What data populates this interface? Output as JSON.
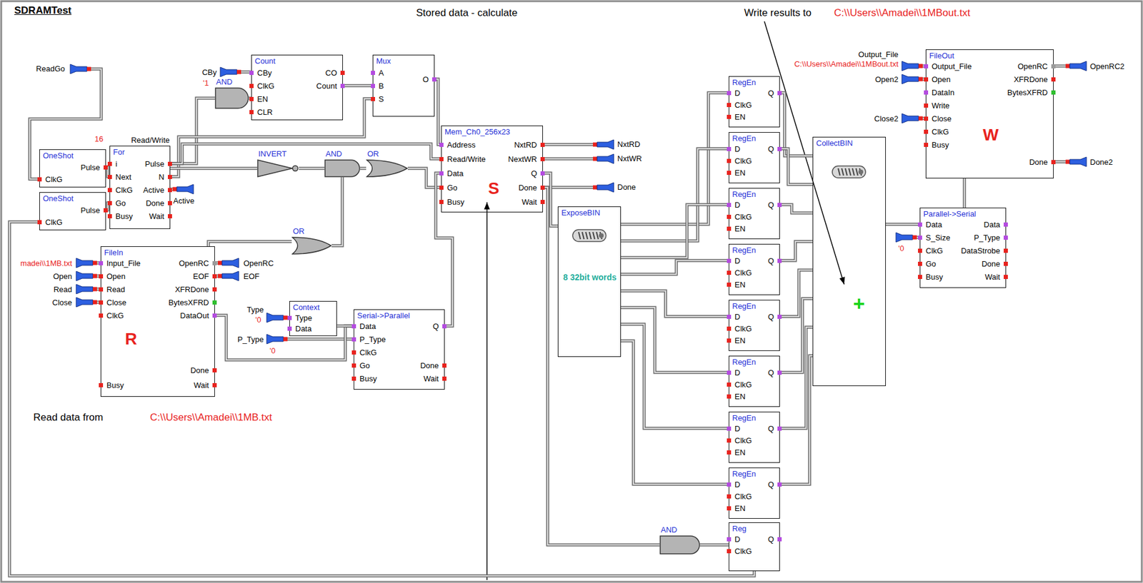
{
  "diagram": {
    "title": "SDRAMTest",
    "nodes": [
      {
        "text": [
          "OneShot",
          "Pulse",
          "ClkG"
        ]
      },
      {
        "text": [
          "OneShot",
          "Pulse",
          "ClkG"
        ]
      },
      {
        "text": [
          "Read/Write",
          "For",
          "i",
          "Next",
          "ClkG",
          "Go",
          "Busy",
          "Pulse",
          "N",
          "Active",
          "Done",
          "Wait"
        ]
      },
      {
        "text": [
          "AND"
        ]
      },
      {
        "text": [
          "Count",
          "CBy",
          "ClkG",
          "EN",
          "CLR",
          "CO",
          "Count"
        ]
      },
      {
        "text": [
          "Mux",
          "A",
          "B",
          "S",
          "O"
        ]
      },
      {
        "text": [
          "INVERT"
        ]
      },
      {
        "text": [
          "AND"
        ]
      },
      {
        "text": [
          "OR"
        ]
      },
      {
        "text": [
          "Mem_Ch0_256x23",
          "Address",
          "Read/Write",
          "Data",
          "Go",
          "Busy",
          "NxtRD",
          "NextWR",
          "Q",
          "Done",
          "Wait",
          "S"
        ]
      },
      {
        "text": [
          "FileIn",
          "Input_File",
          "Open",
          "Read",
          "Close",
          "ClkG",
          "Busy",
          "OpenRC",
          "EOF",
          "XFRDone",
          "BytesXFRD",
          "DataOut",
          "Done",
          "Wait",
          "R"
        ]
      },
      {
        "text": [
          "OR"
        ]
      },
      {
        "text": [
          "Context",
          "Type",
          "Data"
        ]
      },
      {
        "text": [
          "Serial->Parallel",
          "Data",
          "P_Type",
          "ClkG",
          "Go",
          "Busy",
          "Q",
          "Done",
          "Wait"
        ]
      },
      {
        "text": [
          "ExposeBIN",
          "8 32bit words"
        ]
      },
      {
        "text": [
          "RegEn",
          "D",
          "ClkG",
          "EN",
          "Q"
        ]
      },
      {
        "text": [
          "RegEn",
          "D",
          "ClkG",
          "EN",
          "Q"
        ]
      },
      {
        "text": [
          "RegEn",
          "D",
          "ClkG",
          "EN",
          "Q"
        ]
      },
      {
        "text": [
          "RegEn",
          "D",
          "ClkG",
          "EN",
          "Q"
        ]
      },
      {
        "text": [
          "RegEn",
          "D",
          "ClkG",
          "EN",
          "Q"
        ]
      },
      {
        "text": [
          "RegEn",
          "D",
          "ClkG",
          "EN",
          "Q"
        ]
      },
      {
        "text": [
          "RegEn",
          "D",
          "ClkG",
          "EN",
          "Q"
        ]
      },
      {
        "text": [
          "RegEn",
          "D",
          "ClkG",
          "EN",
          "Q"
        ]
      },
      {
        "text": [
          "AND"
        ]
      },
      {
        "text": [
          "Reg",
          "D",
          "ClkG",
          "Q"
        ]
      },
      {
        "text": [
          "CollectBIN",
          "+"
        ]
      },
      {
        "text": [
          "Parallel->Serial",
          "Data",
          "S_Size",
          "ClkG",
          "Go",
          "Busy",
          "Data",
          "P_Type",
          "DataStrobe",
          "Done",
          "Wait"
        ]
      },
      {
        "text": [
          "FileOut",
          "Output_File",
          "Open",
          "DataIn",
          "Write",
          "Close",
          "ClkG",
          "Busy",
          "OpenRC",
          "XFRDone",
          "BytesXFRD",
          "Done",
          "W"
        ]
      }
    ],
    "edges": [
      {
        "from": 0,
        "to": 2,
        "arrow": "none"
      },
      {
        "from": 1,
        "to": 2,
        "arrow": "none"
      },
      {
        "from": 2,
        "to": 3,
        "arrow": "none"
      },
      {
        "from": 3,
        "to": 4,
        "arrow": "none"
      },
      {
        "from": 4,
        "to": 5,
        "arrow": "none"
      },
      {
        "from": 2,
        "to": 5,
        "arrow": "none"
      },
      {
        "from": 2,
        "to": 6,
        "arrow": "none"
      },
      {
        "from": 6,
        "to": 7,
        "arrow": "none"
      },
      {
        "from": 7,
        "to": 8,
        "arrow": "none"
      },
      {
        "from": 8,
        "to": 9,
        "arrow": "none"
      },
      {
        "from": 5,
        "to": 9,
        "arrow": "none"
      },
      {
        "from": 2,
        "to": 9,
        "arrow": "none"
      },
      {
        "from": 10,
        "to": 11,
        "arrow": "none"
      },
      {
        "from": 11,
        "to": 7,
        "arrow": "none"
      },
      {
        "from": 10,
        "to": 13,
        "arrow": "none"
      },
      {
        "from": 12,
        "to": 13,
        "arrow": "none"
      },
      {
        "from": 13,
        "to": 9,
        "arrow": "none"
      },
      {
        "from": 9,
        "to": 14,
        "arrow": "none"
      },
      {
        "from": 14,
        "to": 15,
        "arrow": "none"
      },
      {
        "from": 14,
        "to": 16,
        "arrow": "none"
      },
      {
        "from": 14,
        "to": 17,
        "arrow": "none"
      },
      {
        "from": 14,
        "to": 18,
        "arrow": "none"
      },
      {
        "from": 14,
        "to": 19,
        "arrow": "none"
      },
      {
        "from": 14,
        "to": 20,
        "arrow": "none"
      },
      {
        "from": 14,
        "to": 21,
        "arrow": "none"
      },
      {
        "from": 14,
        "to": 22,
        "arrow": "none"
      },
      {
        "from": 15,
        "to": 25,
        "arrow": "none"
      },
      {
        "from": 16,
        "to": 25,
        "arrow": "none"
      },
      {
        "from": 17,
        "to": 25,
        "arrow": "none"
      },
      {
        "from": 18,
        "to": 25,
        "arrow": "none"
      },
      {
        "from": 19,
        "to": 25,
        "arrow": "none"
      },
      {
        "from": 20,
        "to": 25,
        "arrow": "none"
      },
      {
        "from": 21,
        "to": 25,
        "arrow": "none"
      },
      {
        "from": 22,
        "to": 25,
        "arrow": "none"
      },
      {
        "from": 23,
        "to": 24,
        "arrow": "none"
      },
      {
        "from": 24,
        "to": 1,
        "arrow": "none"
      },
      {
        "from": 25,
        "to": 26,
        "arrow": "none"
      },
      {
        "from": 26,
        "to": 27,
        "arrow": "none"
      },
      {
        "from": 9,
        "to": 23,
        "arrow": "none"
      }
    ],
    "labels": [
      "Stored data - calculate",
      "Write results to",
      "C:\\\\Users\\\\Amadei\\\\1MBout.txt",
      "ReadGo",
      "16",
      "CBy",
      "'1",
      "Active",
      "NxtRD",
      "NxtWR",
      "Done",
      "Output_File",
      "C:\\\\Users\\\\Amadei\\\\1MBout.txt",
      "Open2",
      "OpenRC2",
      "Close2",
      "Done2",
      "madei\\\\1MB.txt",
      "Open",
      "Read",
      "Close",
      "OpenRC",
      "EOF",
      "Type",
      "'0",
      "P_Type",
      "'0",
      "'0",
      "Read data from",
      "C:\\\\Users\\\\Amadei\\\\1MB.txt"
    ]
  }
}
